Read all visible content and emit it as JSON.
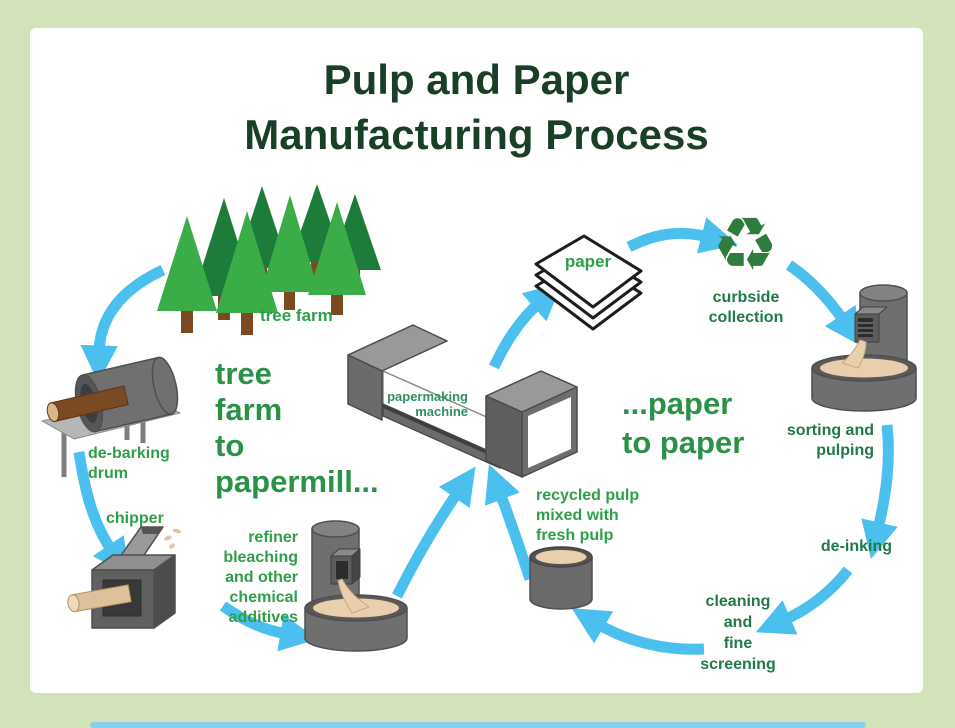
{
  "title": {
    "text": "Pulp and Paper\nManufacturing Process"
  },
  "headings": {
    "left_cycle": "tree\nfarm\nto\npapermill...",
    "right_cycle": "...paper\nto paper"
  },
  "labels": {
    "tree_farm": "tree farm",
    "debarking_drum": "de-barking\ndrum",
    "chipper": "chipper",
    "refiner": "refiner\nbleaching\nand other\nchemical\nadditives",
    "papermaking_machine": "papermaking\nmachine",
    "paper": "paper",
    "curbside_collection": "curbside\ncollection",
    "sorting_pulping": "sorting and\npulping",
    "deinking": "de-inking",
    "cleaning_screening": "cleaning\nand\nfine\nscreening",
    "recycled_pulp": "recycled pulp\nmixed with\nfresh pulp"
  },
  "icons": {
    "recycle_symbol": "♻"
  },
  "colors": {
    "border_green": "#d2e3b9",
    "canvas_white": "#ffffff",
    "title_green": "#193f26",
    "label_green_bright": "#2f9e48",
    "label_green_dark": "#1f7a46",
    "arrow_blue": "#4bc0ee",
    "machine_gray": "#6f6f6f",
    "pulp_tan": "#e9cfae",
    "tree_light_green": "#3aad49",
    "tree_dark_green": "#1e7c3a",
    "trunk_brown": "#7b4a21",
    "recycle_green": "#2e7d3e"
  }
}
